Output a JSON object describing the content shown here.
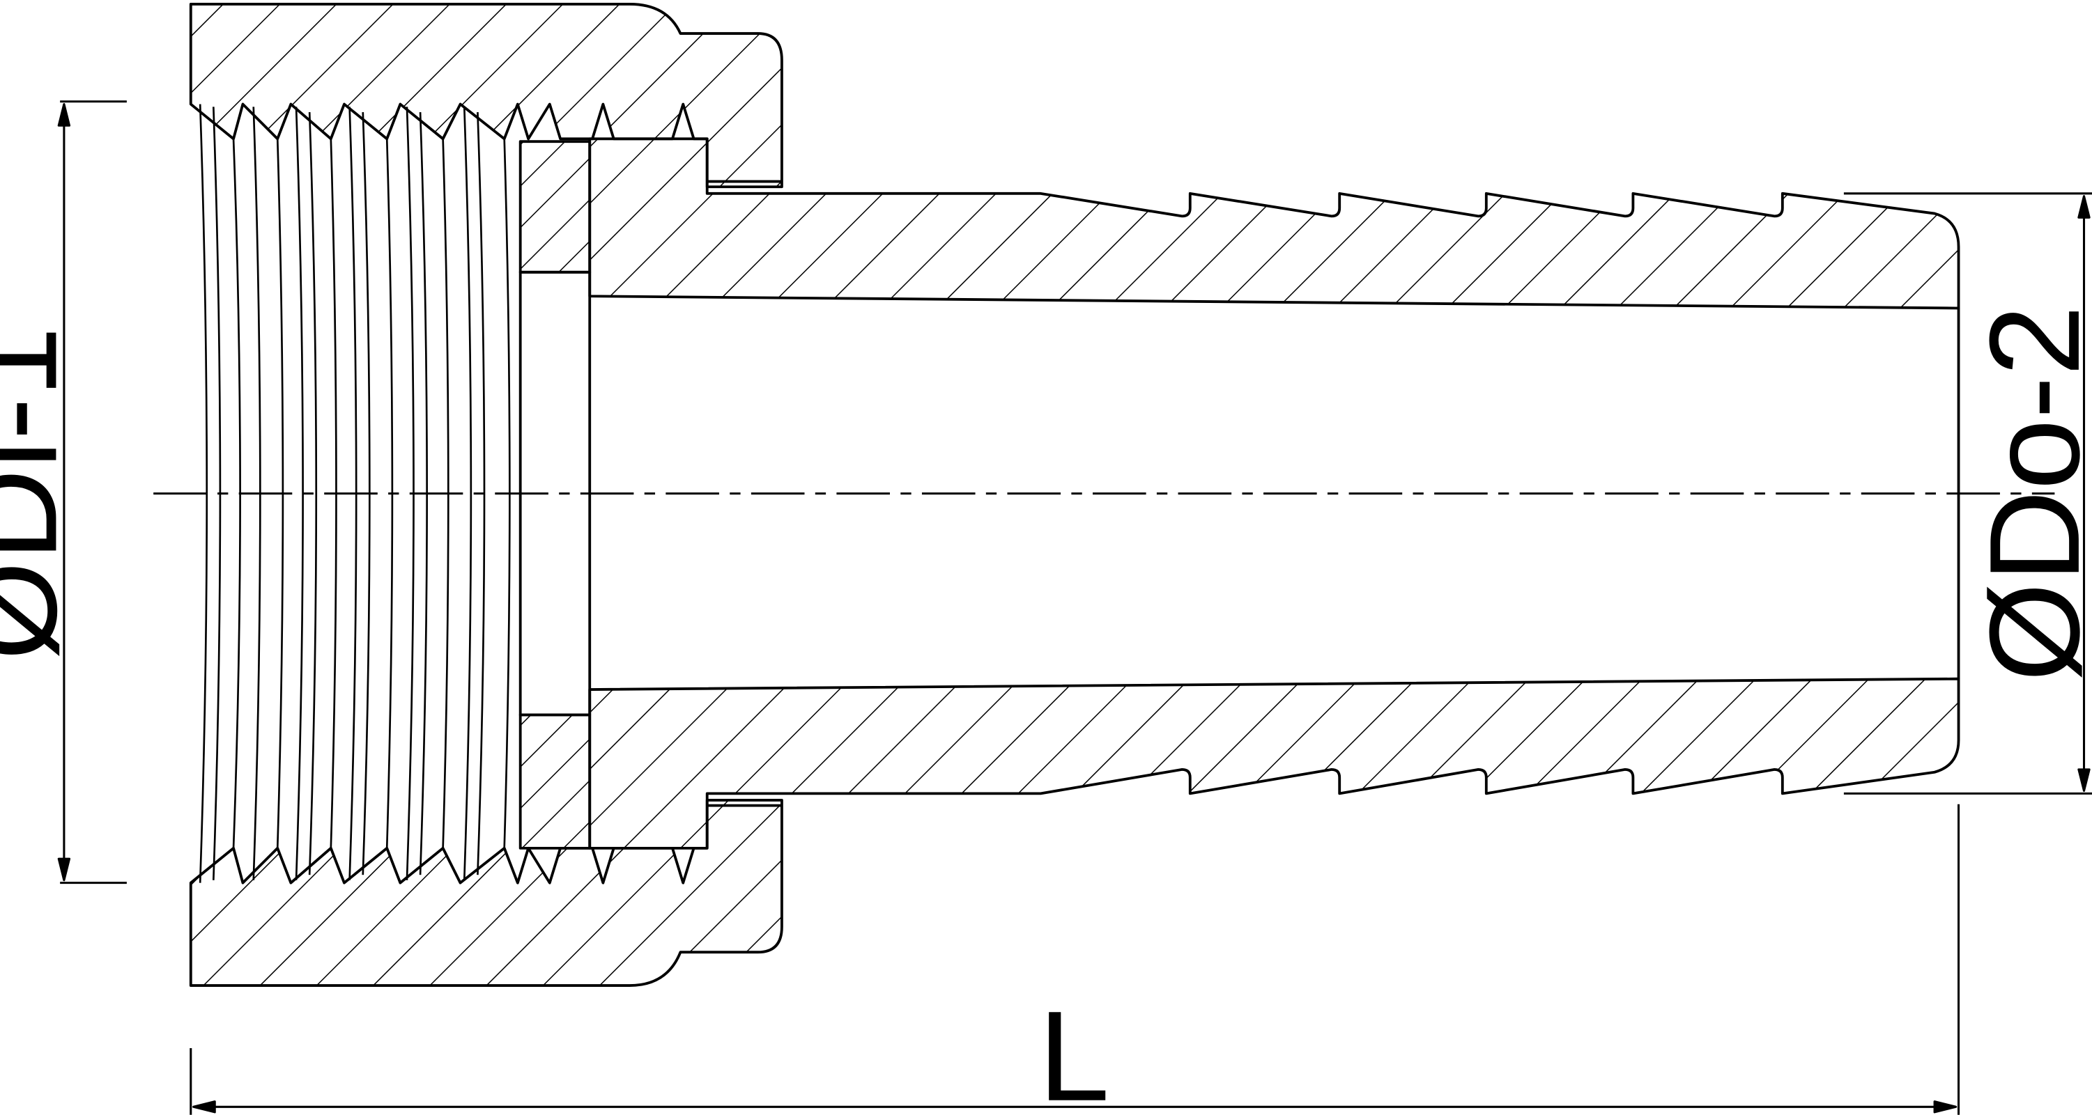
{
  "drawing": {
    "labels": {
      "inner_diameter": "ØDi-1",
      "outer_diameter": "ØDo-2",
      "length": "L"
    },
    "colors": {
      "line": "#000000",
      "background": "#ffffff"
    }
  }
}
